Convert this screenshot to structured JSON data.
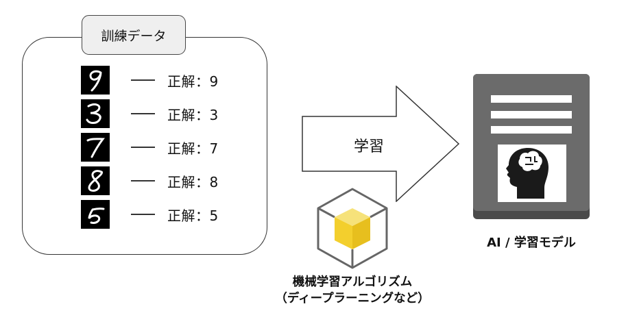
{
  "training": {
    "tab_label": "訓練データ",
    "rows": [
      {
        "digit": "9",
        "answer": "正解：9"
      },
      {
        "digit": "3",
        "answer": "正解：3"
      },
      {
        "digit": "7",
        "answer": "正解：7"
      },
      {
        "digit": "8",
        "answer": "正解：8"
      },
      {
        "digit": "5",
        "answer": "正解：5"
      }
    ]
  },
  "arrow": {
    "label": "学習"
  },
  "algorithm": {
    "line1": "機械学習アルゴリズム",
    "line2": "（ディープラーニングなど）",
    "icon": "cube-icon",
    "colors": {
      "cube_top": "#f6e27a",
      "cube_left": "#f3cf2d",
      "cube_right": "#e7bf1e",
      "hex_stroke": "#666666"
    }
  },
  "model": {
    "label": "AI / 学習モデル",
    "icon": "document-brain-icon",
    "colors": {
      "panel": "#6b6b6b",
      "panel_edge": "#4a4a4a",
      "lines": "#ffffff",
      "head": "#1a1a1a"
    }
  }
}
